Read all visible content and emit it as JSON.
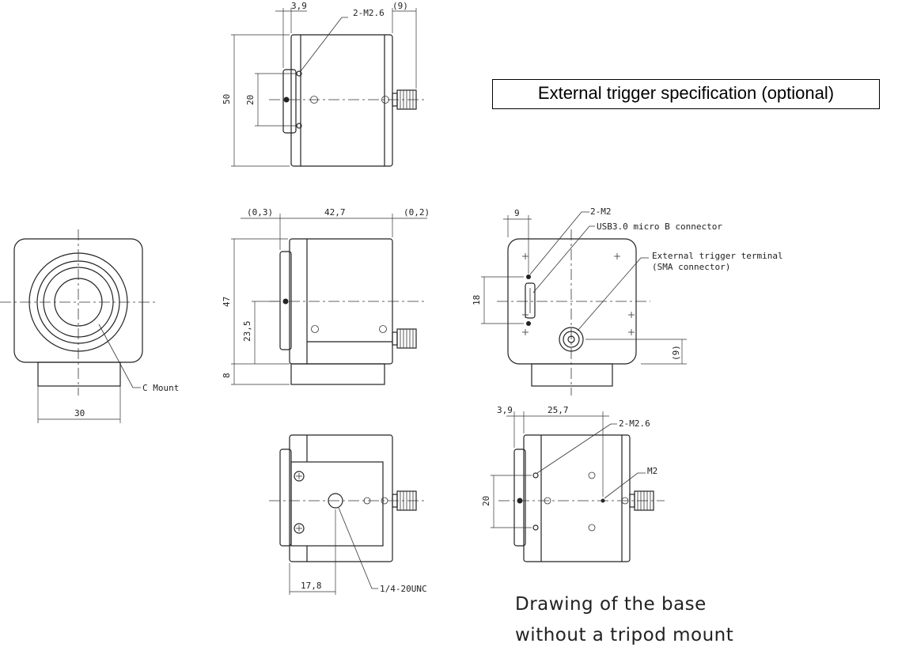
{
  "spec_title": "External trigger specification (optional)",
  "base_note": {
    "line1": "Drawing of the base",
    "line2": "without a tripod mount"
  },
  "front_view": {
    "mount_label": "C Mount",
    "width_dim": "30"
  },
  "top_side_view": {
    "dim_left": "3,9",
    "dim_right": "(9)",
    "hole_label": "2-M2.6",
    "height_dim": "50",
    "hole_spacing": "20"
  },
  "side_view": {
    "dim_left": "(0,3)",
    "dim_length": "42,7",
    "dim_right": "(0,2)",
    "height_dim": "47",
    "axis_dim": "23,5",
    "foot_dim": "8"
  },
  "rear_view": {
    "dim_offset": "9",
    "hole_label": "2-M2",
    "usb_label": "USB3.0 micro B connector",
    "trigger_label_1": "External trigger terminal",
    "trigger_label_2": "(SMA connector)",
    "usb_height_dim": "18",
    "sma_offset_dim": "(9)"
  },
  "bottom_view": {
    "offset_dim": "17,8",
    "thread_label": "1/4-20UNC"
  },
  "base_view": {
    "dim_left": "3,9",
    "dim_length": "25,7",
    "hole_label": "2-M2.6",
    "extra_hole_label": "M2",
    "hole_spacing": "20"
  }
}
